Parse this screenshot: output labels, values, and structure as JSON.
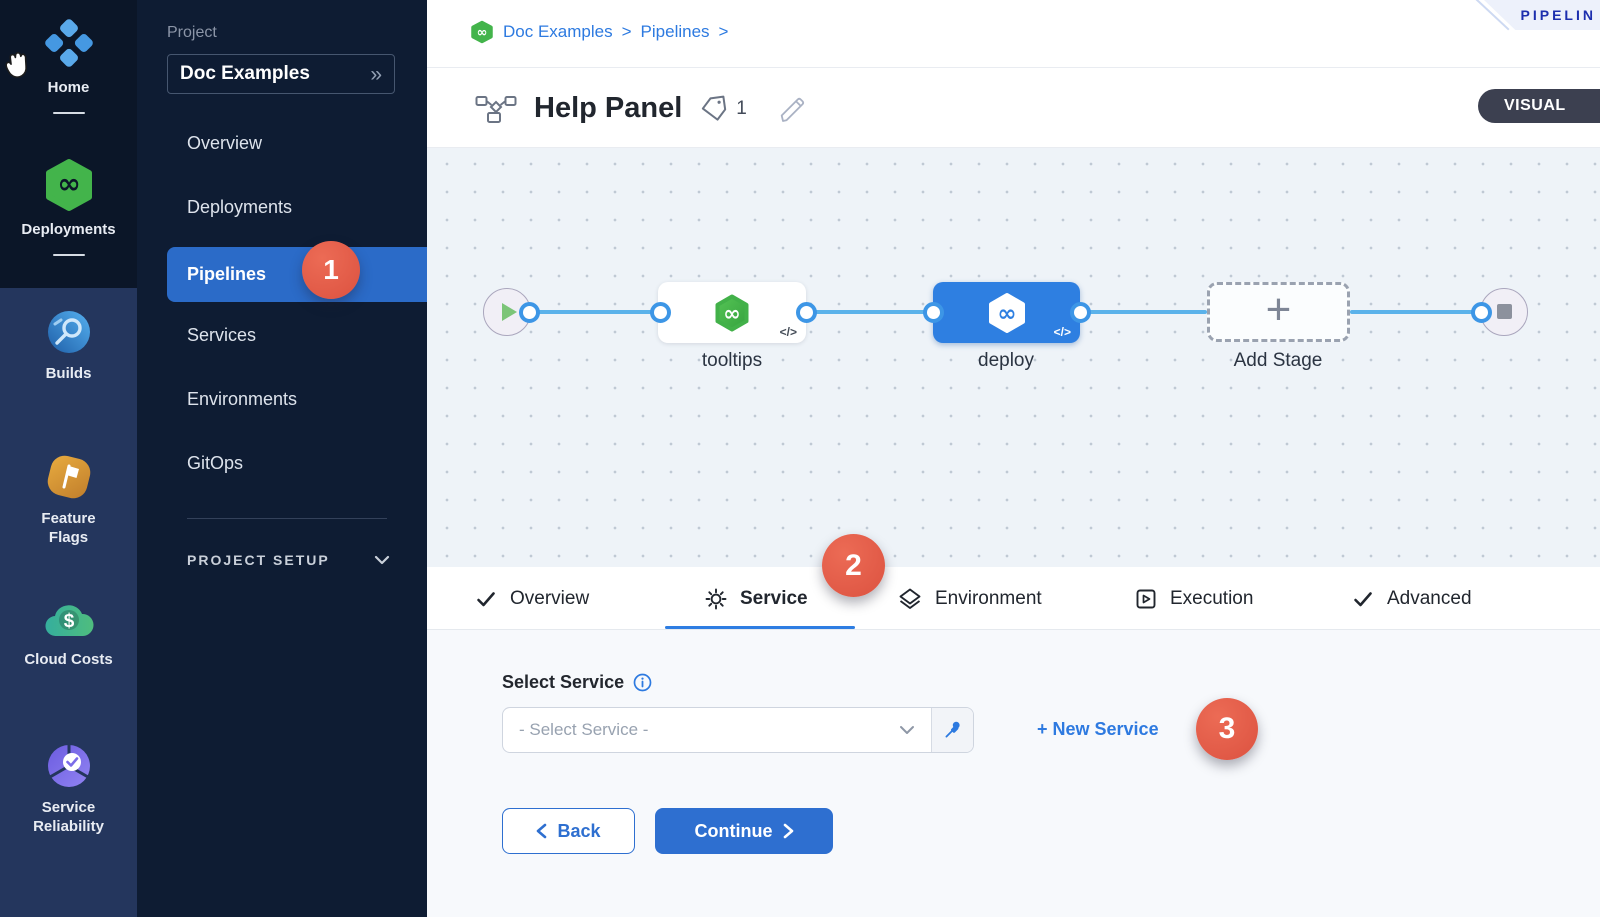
{
  "rail": {
    "items": [
      {
        "label": "Home"
      },
      {
        "label": "Deployments"
      },
      {
        "label": "Builds"
      },
      {
        "label": "Feature Flags"
      },
      {
        "label": "Cloud Costs"
      },
      {
        "label": "Service Reliability"
      }
    ]
  },
  "project_panel": {
    "section_label": "Project",
    "project_name": "Doc Examples",
    "expand_glyph": "»",
    "menu": {
      "overview": "Overview",
      "deployments": "Deployments",
      "pipelines": "Pipelines",
      "services": "Services",
      "environments": "Environments",
      "gitops": "GitOps"
    },
    "setup_label": "PROJECT SETUP"
  },
  "badges": {
    "step1": "1",
    "step2": "2",
    "step3": "3"
  },
  "breadcrumb": {
    "project": "Doc Examples",
    "section": "Pipelines",
    "separator": ">"
  },
  "ribbon": {
    "label": "PIPELIN"
  },
  "header": {
    "title": "Help Panel",
    "tag_count": "1",
    "visual_label": "VISUAL"
  },
  "canvas": {
    "stage_tooltips": "tooltips",
    "stage_deploy": "deploy",
    "add_stage": "Add Stage",
    "code_glyph": "</>",
    "plus_glyph": "+"
  },
  "tabs": {
    "overview": "Overview",
    "service": "Service",
    "environment": "Environment",
    "execution": "Execution",
    "advanced": "Advanced"
  },
  "form": {
    "select_service_label": "Select Service",
    "select_service_value": "- Select Service -",
    "new_service": "+ New Service",
    "back": "Back",
    "continue": "Continue"
  },
  "colors": {
    "accent_blue": "#2e7de2",
    "badge_red": "#dd5240",
    "deploy_blue": "#2e7fe1",
    "harness_green": "#43b44b",
    "sidebar_dark": "#0b1628",
    "rail_blue": "#24365d"
  }
}
